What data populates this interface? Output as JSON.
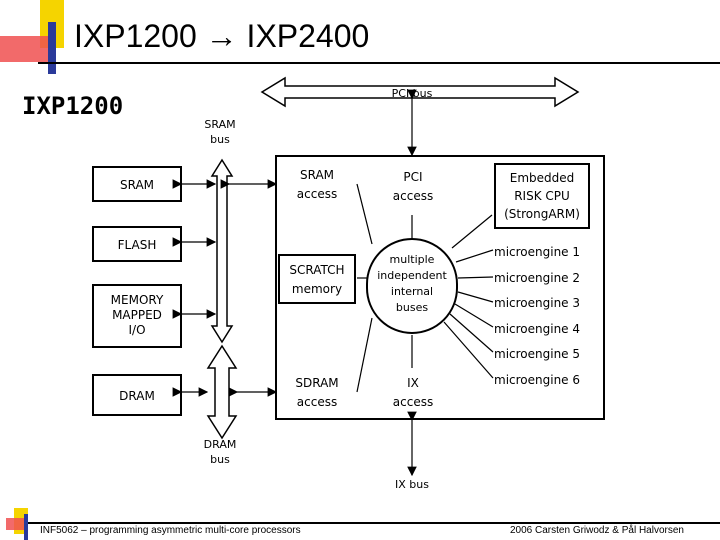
{
  "slide": {
    "title": "IXP1200 → IXP2400",
    "subtitle": "IXP1200"
  },
  "buses": {
    "pci": "PCI bus",
    "sram_line1": "SRAM",
    "sram_line2": "bus",
    "dram_line1": "DRAM",
    "dram_line2": "bus",
    "ix": "IX bus"
  },
  "external": {
    "sram": "SRAM",
    "flash": "FLASH",
    "mmio": [
      "MEMORY",
      "MAPPED",
      "I/O"
    ],
    "dram": "DRAM"
  },
  "units": {
    "sram_access": [
      "SRAM",
      "access"
    ],
    "scratch": [
      "SCRATCH",
      "memory"
    ],
    "sdram_access": [
      "SDRAM",
      "access"
    ],
    "pci_access": [
      "PCI",
      "access"
    ],
    "internal_buses": [
      "multiple",
      "independent",
      "internal",
      "buses"
    ],
    "ix_access": [
      "IX",
      "access"
    ],
    "cpu": [
      "Embedded",
      "RISK CPU",
      "(StrongARM)"
    ]
  },
  "microengines": [
    "microengine 1",
    "microengine 2",
    "microengine 3",
    "microengine 4",
    "microengine 5",
    "microengine 6"
  ],
  "footer": {
    "left": "INF5062 – programming asymmetric multi-core processors",
    "right": "2006  Carsten Griwodz & Pål Halvorsen"
  },
  "colors": {
    "logo_yellow": "#f5d400",
    "logo_blue": "#2a3a9a",
    "logo_red": "#f05050"
  }
}
